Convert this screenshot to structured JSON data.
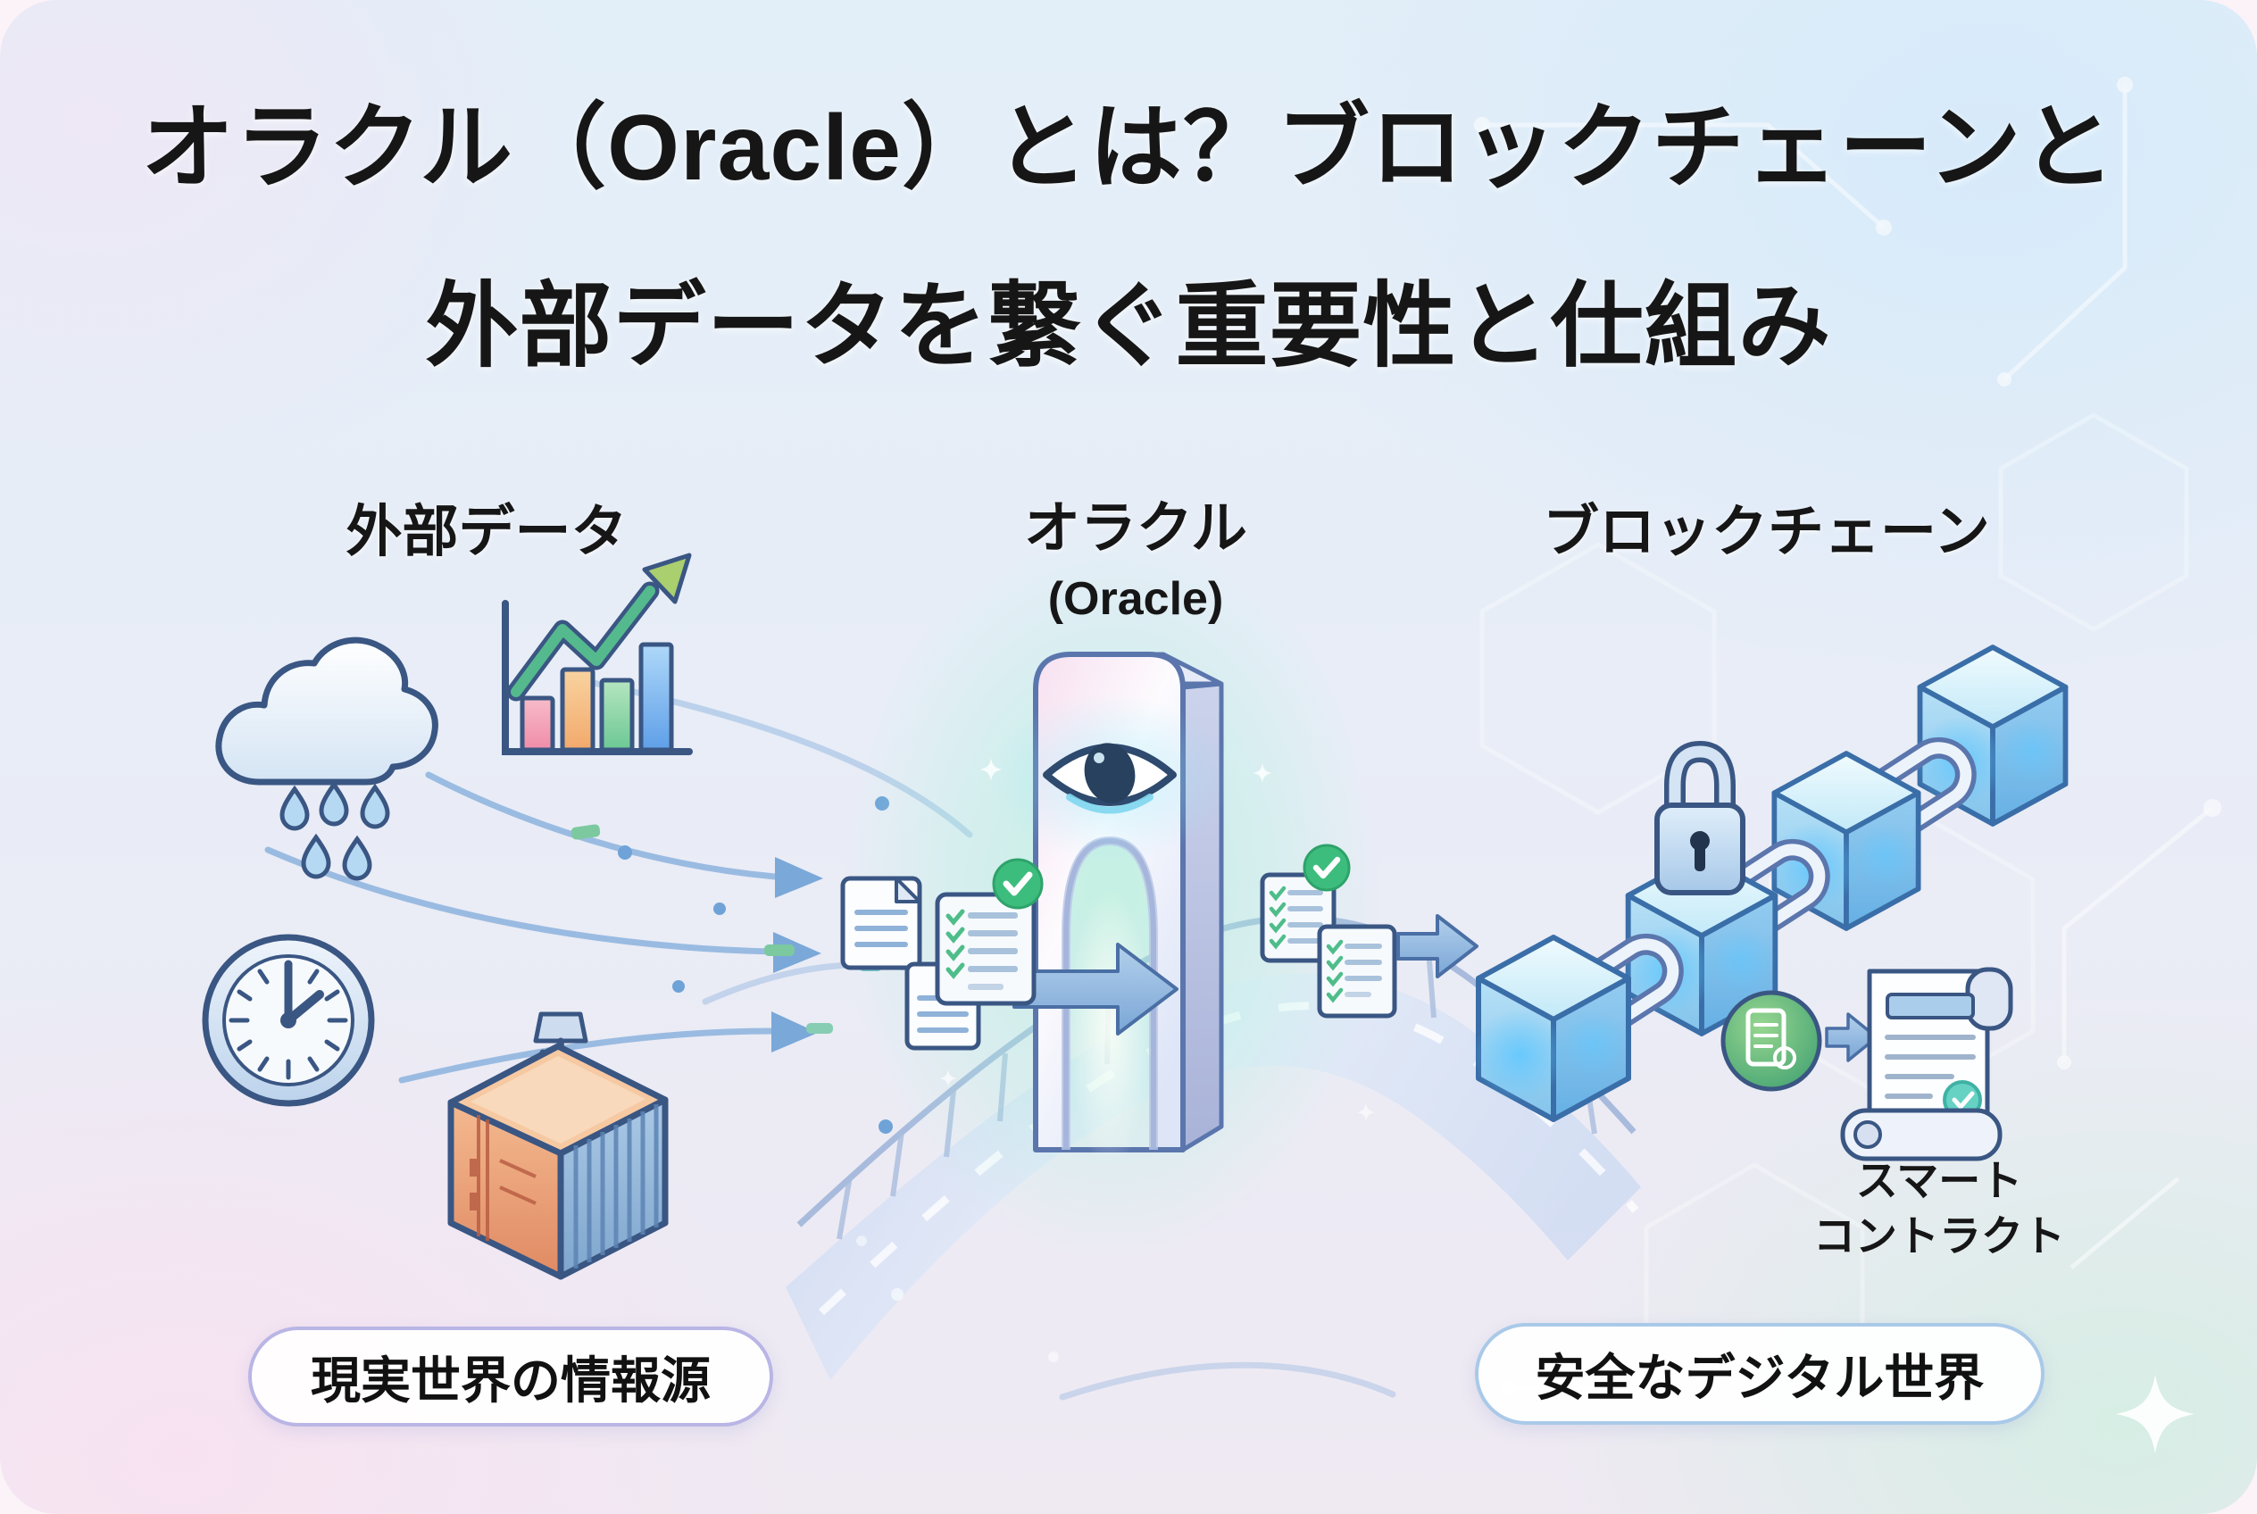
{
  "title": {
    "line1": "オラクル（Oracle）とは？ブロックチェーンと",
    "line2": "外部データを繋ぐ重要性と仕組み"
  },
  "columns": {
    "external_data": {
      "label": "外部データ"
    },
    "oracle": {
      "label": "オラクル",
      "sublabel": "(Oracle)"
    },
    "blockchain": {
      "label": "ブロックチェーン"
    }
  },
  "annotations": {
    "smart_contract": "スマート\nコントラクト"
  },
  "pills": {
    "real_world": "現実世界の情報源",
    "digital_world": "安全なデジタル世界"
  },
  "icons": {
    "left_column": [
      "rain-cloud-icon",
      "growth-chart-icon",
      "clock-icon",
      "shipping-container-icon"
    ],
    "center_column": [
      "data-stream-arrows",
      "document-icon",
      "verified-checklist-icon",
      "checkmark-badge-icon",
      "oracle-gate-icon",
      "eye-icon",
      "data-flow-arrow-icon",
      "bridge-road"
    ],
    "right_column": [
      "blockchain-cube-icon",
      "chain-link-icon",
      "padlock-icon",
      "contract-trigger-icon",
      "smart-contract-scroll-icon",
      "verified-seal-icon",
      "sparkle-icon"
    ]
  },
  "colors": {
    "outline": "#3a5683",
    "gate_outline": "#5b76ad",
    "arrow_blue": "#7aa6d6",
    "check_green": "#3dbd7d",
    "seal_teal": "#62d0c2",
    "cube_blue": "#7cc2ee",
    "container_orange": "#eda47e",
    "container_blue": "#9dc0e2",
    "bar_pink": "#f08ca8",
    "bar_orange": "#f2a96b",
    "bar_green": "#6cc794",
    "bar_blue": "#5f9fe8",
    "pill_border_left": "#b9b5e5",
    "pill_border_right": "#a9c9e8",
    "text": "#161616"
  }
}
